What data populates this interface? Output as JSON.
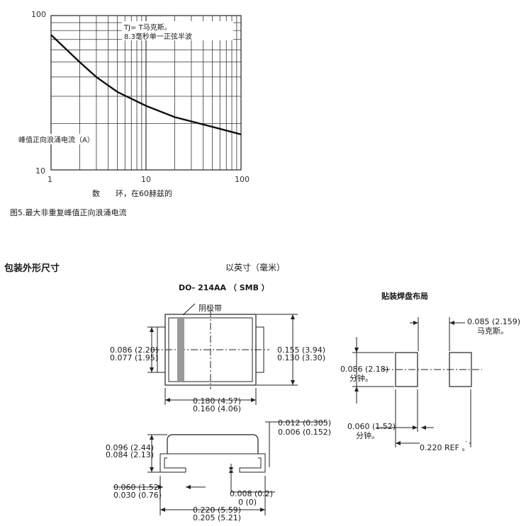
{
  "chart_data": {
    "type": "line",
    "x_scale": "log",
    "y_scale": "log",
    "xlim": [
      1,
      100
    ],
    "ylim": [
      10,
      100
    ],
    "x_ticks": [
      "1",
      "10",
      "100"
    ],
    "y_ticks": [
      "100",
      "10"
    ],
    "ylabel": "峰值正向浪涌电流（A）",
    "xlabel": "数　　环，在60赫兹的",
    "annotation_line1": "TJ= T马克斯。",
    "annotation_line2": "8.3毫秒单一正弦半波",
    "grid": true,
    "series": [
      {
        "x": [
          1,
          2,
          3,
          5,
          10,
          20,
          50,
          100
        ],
        "y": [
          75,
          50,
          40,
          32,
          26,
          22,
          19,
          17
        ]
      }
    ]
  },
  "figure_caption": "图5.最大非重复峰值正向浪涌电流",
  "package": {
    "heading": "包装外形尺寸",
    "units": "以英寸（毫米）",
    "package_name": "DO- 214AA （ SMB ）",
    "mount_pad_title": "贴装焊盘布局",
    "cathode_label": "阴极带",
    "dims": {
      "h_max": "0.086 (2.20)",
      "h_min": "0.077 (1.95)",
      "w_max": "0.155 (3.94)",
      "w_min": "0.130 (3.30)",
      "len_max": "0.180 (4.57)",
      "len_min": "0.160 (4.06)",
      "lead_t_max": "0.012 (0.305)",
      "lead_t_min": "0.006 (0.152)",
      "body_h_max": "0.096 (2.44)",
      "body_h_min": "0.084 (2.13)",
      "lead_len_max": "0.060 (1.52)",
      "lead_len_min": "0.030 (0.76)",
      "standoff_max": "0.008 (0.2)",
      "standoff_min": "0 (0)",
      "total_max": "0.220 (5.59)",
      "total_min": "0.205 (5.21)"
    },
    "pads": {
      "pad_w": "0.085 (2.159)",
      "pad_w_note": "马克斯。",
      "pad_h": "0.086 (2.18)",
      "pad_h_note": "分钟。",
      "gap": "0.060 (1.52)",
      "gap_note": "分钟。",
      "ref": "0.220 REF 。"
    }
  }
}
